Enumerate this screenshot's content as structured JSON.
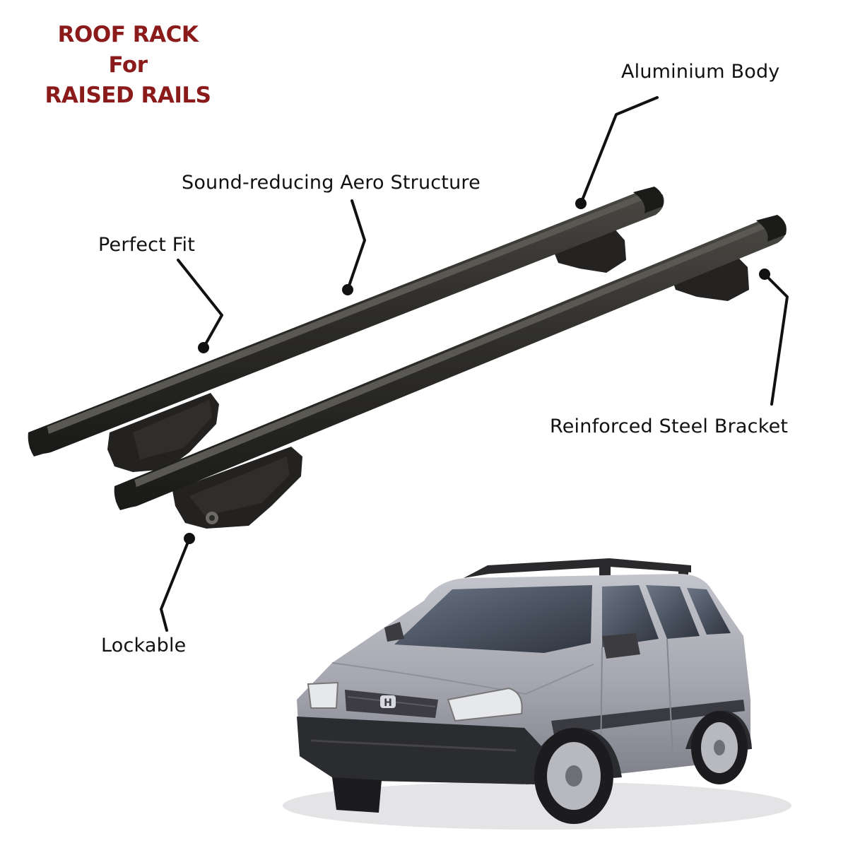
{
  "title": {
    "line1": "ROOF RACK",
    "line2": "For",
    "line3": "RAISED RAILS"
  },
  "callouts": {
    "aluminium_body": "Aluminium Body",
    "aero_structure": "Sound-reducing Aero Structure",
    "perfect_fit": "Perfect Fit",
    "steel_bracket": "Reinforced Steel Bracket",
    "lockable": "Lockable"
  },
  "car_badge": "H",
  "colors": {
    "title": "#8b1a1a",
    "label_text": "#111111",
    "rack": "#2b2a27",
    "car_body": "#a9aab3"
  }
}
